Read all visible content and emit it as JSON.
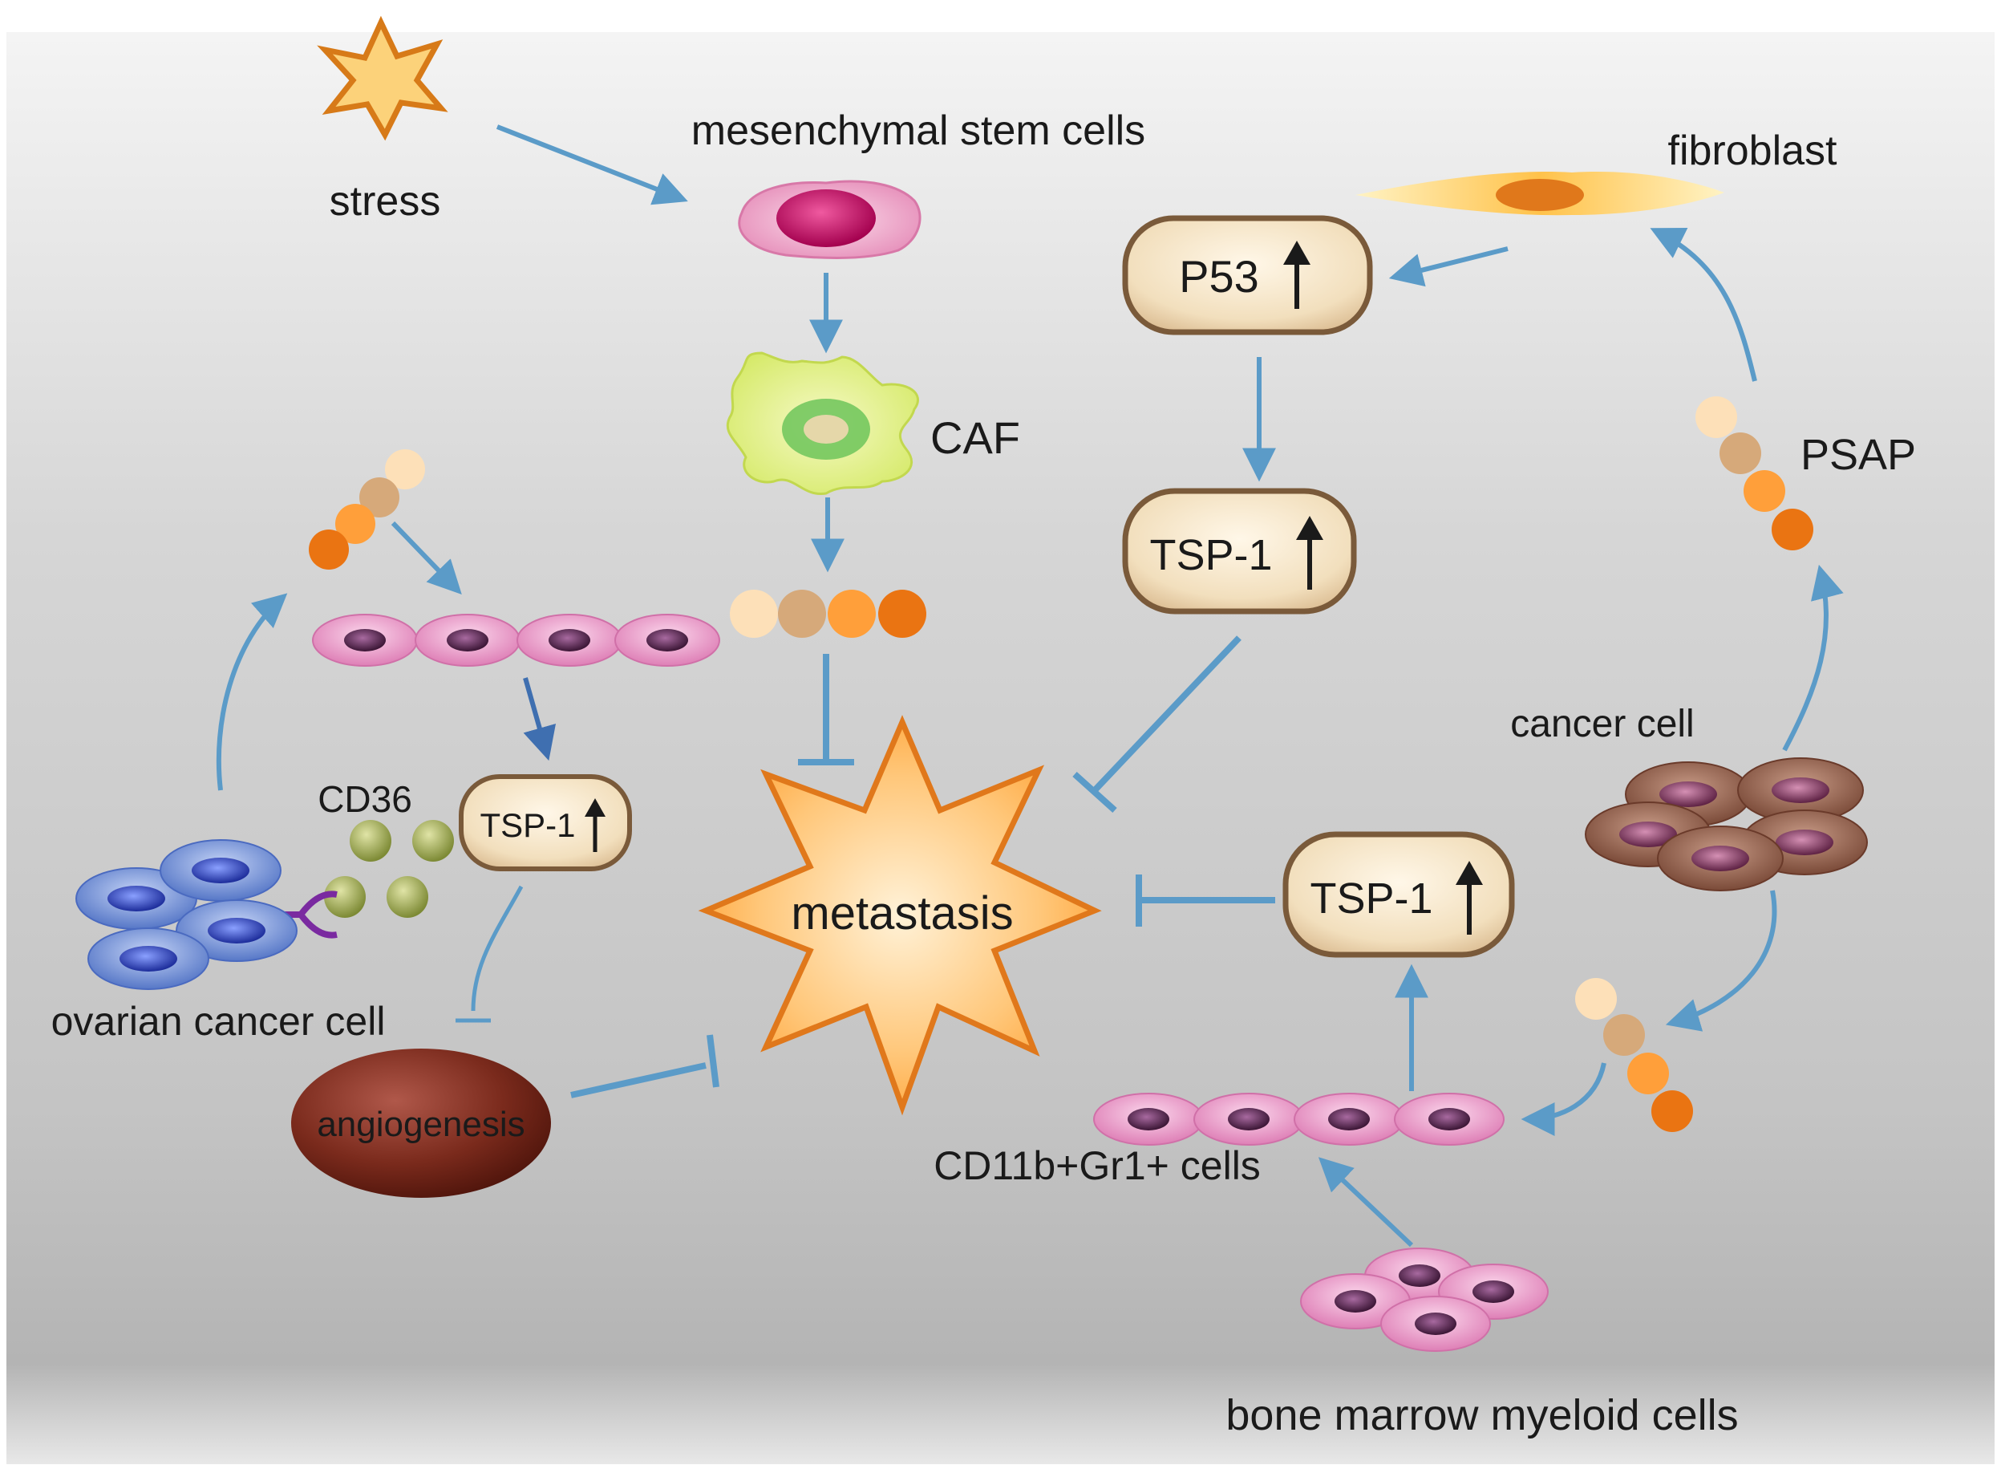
{
  "labels": {
    "stress": "stress",
    "mesenchymal": "mesenchymal stem cells",
    "fibroblast": "fibroblast",
    "caf": "CAF",
    "psap": "PSAP",
    "cd36": "CD36",
    "cancer_cell": "cancer cell",
    "ovarian": "ovarian cancer cell",
    "cd11b": "CD11b+Gr1+ cells",
    "bone_marrow": "bone marrow myeloid cells",
    "metastasis": "metastasis",
    "angiogenesis": "angiogenesis"
  },
  "pills": {
    "p53": "P53",
    "tsp1_top": "TSP-1",
    "tsp1_left": "TSP-1",
    "tsp1_right": "TSP-1"
  },
  "colors": {
    "arrow": "#5b9bc8",
    "inhibit": "#5b9bc8",
    "pill_fill": "#f0e2c6",
    "pill_stroke": "#7a5a3a",
    "star_fill": "#ffb347",
    "star_stroke": "#e0781b",
    "angiogenesis": "#6b1f12",
    "pink_cell": "#e88fc4",
    "nucleus": "#4a1e44",
    "blue_cell": "#6b8ed6",
    "brown_cell": "#8b5a45",
    "green_ball": "#9aa350"
  }
}
